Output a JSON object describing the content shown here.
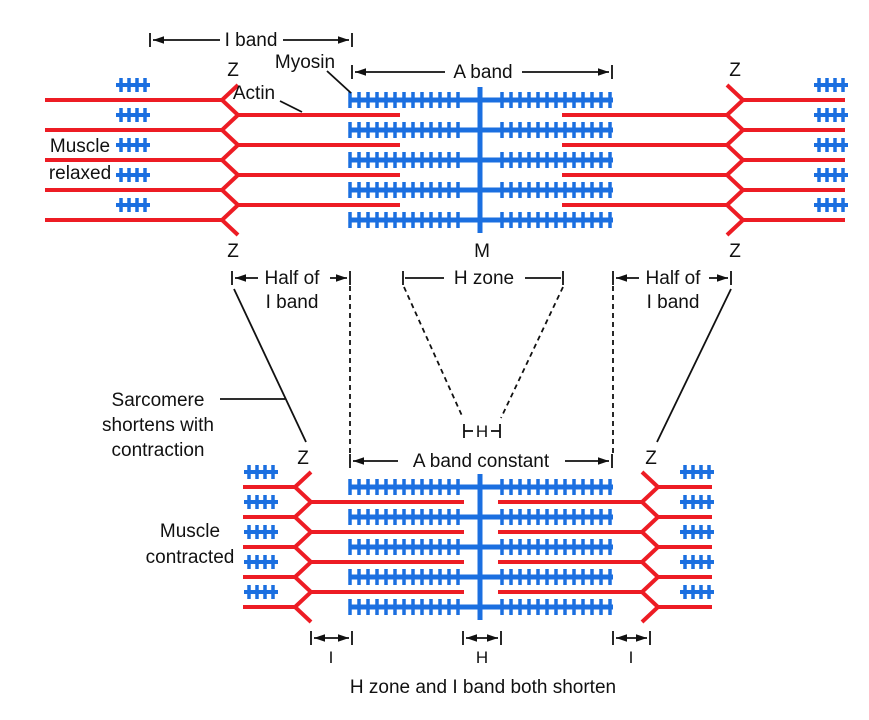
{
  "colors": {
    "actin_red": "#ED1C24",
    "myosin_blue": "#1B6FE0",
    "annotation_ink": "#111111",
    "background": "#FFFFFF"
  },
  "top_panel": {
    "side_label_line1": "Muscle",
    "side_label_line2": "relaxed",
    "i_band": "I band",
    "a_band": "A band",
    "myosin": "Myosin",
    "actin": "Actin",
    "z_top_left": "Z",
    "z_top_right": "Z",
    "z_bottom_left": "Z",
    "z_bottom_right": "Z",
    "m_line": "M"
  },
  "middle": {
    "half_i_left_line1": "Half of",
    "half_i_left_line2": "I band",
    "h_zone": "H zone",
    "half_i_right_line1": "Half of",
    "half_i_right_line2": "I band",
    "note_line1": "Sarcomere",
    "note_line2": "shortens with",
    "note_line3": "contraction",
    "h_marker": "H",
    "a_band_constant": "A band constant"
  },
  "bottom_panel": {
    "side_label_line1": "Muscle",
    "side_label_line2": "contracted",
    "z_left": "Z",
    "z_right": "Z",
    "i_left": "I",
    "h_center": "H",
    "i_right": "I",
    "caption": "H zone and I band both shorten"
  }
}
